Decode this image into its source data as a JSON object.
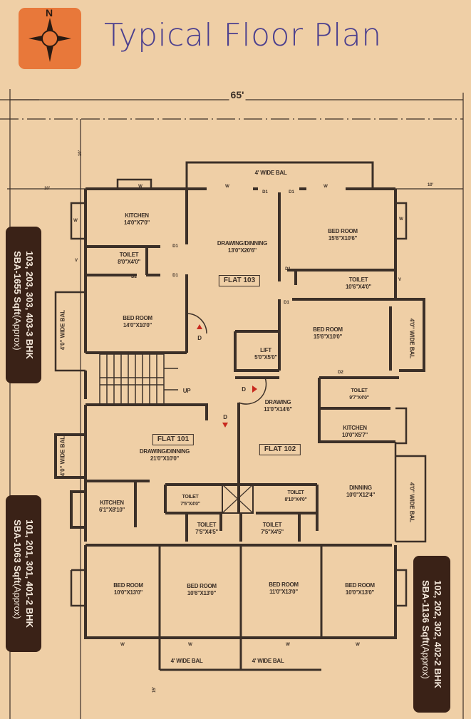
{
  "header": {
    "title": "Typical Floor Plan",
    "compass_label": "N"
  },
  "dimensions": {
    "overall_width": "65'",
    "setback_left": "10'",
    "setback_right": "10'",
    "setback_top": "10'",
    "setback_bottom": "15'"
  },
  "flats": [
    {
      "label": "FLAT 103",
      "tab": {
        "units": "103, 203, 303, 403-3 BHK",
        "sba": "SBA-1655 Sqft",
        "approx": "(Approx)"
      }
    },
    {
      "label": "FLAT 101",
      "tab": {
        "units": "101, 201, 301, 401-2 BHK",
        "sba": "SBA-1063 Sqft",
        "approx": "(Approx)"
      }
    },
    {
      "label": "FLAT 102",
      "tab": {
        "units": "102, 202, 302, 402-2 BHK",
        "sba": "SBA-1136 Sqft",
        "approx": "(Approx)"
      }
    }
  ],
  "rooms": [
    {
      "name": "KITCHEN",
      "size": "14'0\"X7'0\""
    },
    {
      "name": "TOILET",
      "size": "8'0\"X4'0\""
    },
    {
      "name": "DRAWING/DINNING",
      "size": "13'0\"X20'6\""
    },
    {
      "name": "BED ROOM",
      "size": "15'6\"X10'6\""
    },
    {
      "name": "TOILET",
      "size": "10'6\"X4'0\""
    },
    {
      "name": "BED ROOM",
      "size": "14'0\"X10'0\""
    },
    {
      "name": "BED ROOM",
      "size": "15'6\"X10'0\""
    },
    {
      "name": "LIFT",
      "size": "5'0\"X5'0\""
    },
    {
      "name": "TOILET",
      "size": "9'7\"X4'0\""
    },
    {
      "name": "DRAWING",
      "size": "11'0\"X14'6\""
    },
    {
      "name": "KITCHEN",
      "size": "10'0\"X5'7\""
    },
    {
      "name": "DRAWING/DINNING",
      "size": "21'0\"X10'0\""
    },
    {
      "name": "DINNING",
      "size": "10'0\"X12'4\""
    },
    {
      "name": "KITCHEN",
      "size": "6'1\"X8'10\""
    },
    {
      "name": "TOILET",
      "size": "7'5\"X4'0\""
    },
    {
      "name": "TOILET",
      "size": "8'10\"X4'0\""
    },
    {
      "name": "TOILET",
      "size": "7'5\"X4'5\""
    },
    {
      "name": "TOILET",
      "size": "7'5\"X4'5\""
    },
    {
      "name": "BED ROOM",
      "size": "10'0\"X13'0\""
    },
    {
      "name": "BED ROOM",
      "size": "10'6\"X13'0\""
    },
    {
      "name": "BED ROOM",
      "size": "11'0\"X13'0\""
    },
    {
      "name": "BED ROOM",
      "size": "10'0\"X13'0\""
    }
  ],
  "balconies": {
    "wide": "4' WIDE BAL",
    "side": "4'0\" WIDE BAL"
  },
  "stairs": {
    "label": "UP"
  },
  "marks": {
    "door_main": "D",
    "door1": "D1",
    "door2": "D2",
    "window": "W",
    "vent": "V"
  },
  "colors": {
    "background": "#efcfa6",
    "lines": "#3c3028",
    "title": "#4b3f8e",
    "compass_bg": "#e8783a",
    "tab_bg": "#3a2217",
    "entry_marker": "#c8281e"
  }
}
